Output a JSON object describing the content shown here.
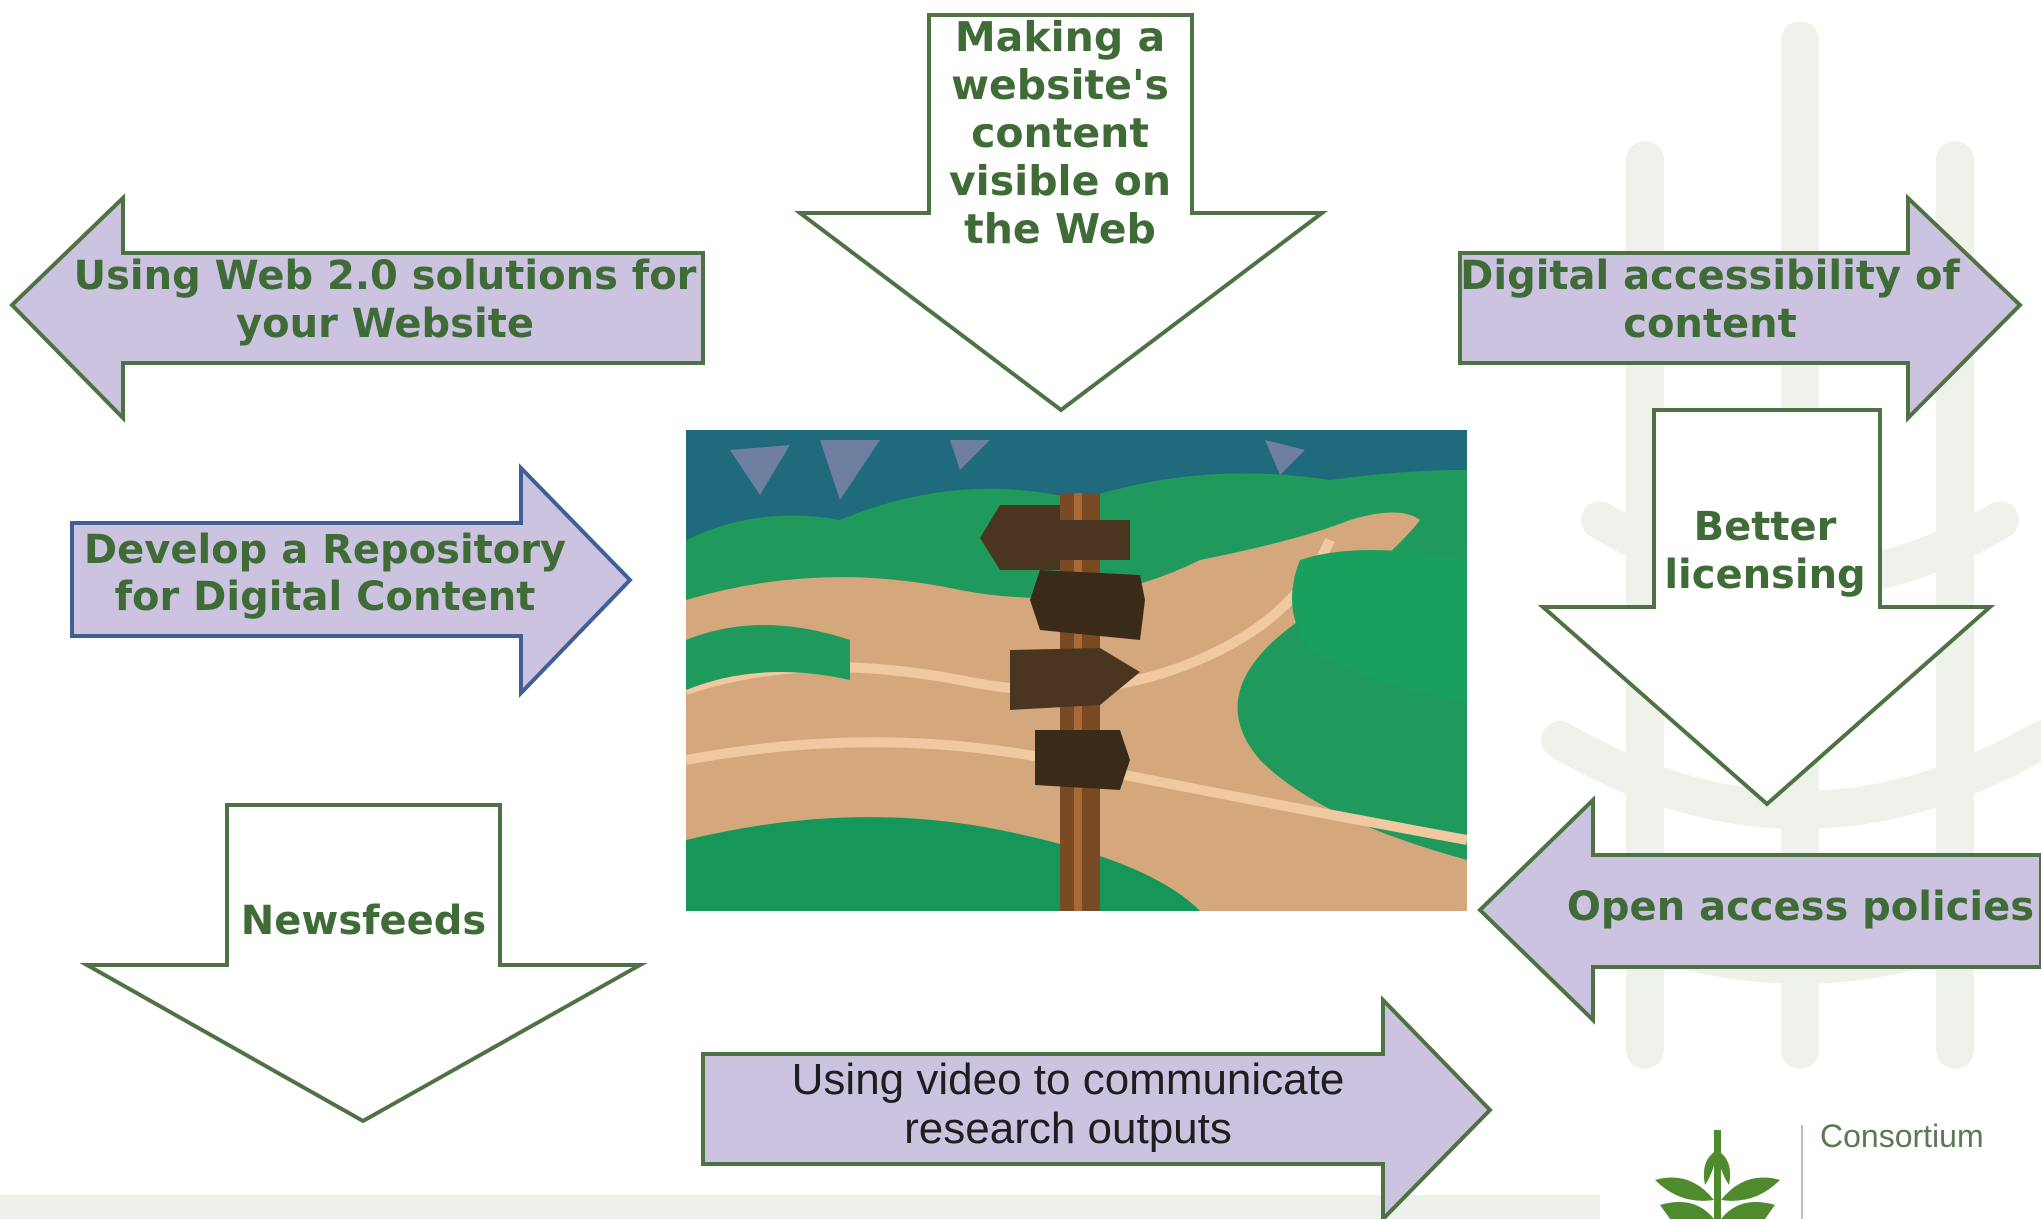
{
  "diagram": {
    "nodes": [
      {
        "id": "visible-on-web",
        "text": "Making a website's content visible on the Web",
        "lines": [
          "Making a",
          "website's",
          "content",
          "visible on",
          "the Web"
        ]
      },
      {
        "id": "web20",
        "text": "Using Web 2.0 solutions for your Website",
        "lines": [
          "Using Web 2.0 solutions for",
          "your Website"
        ]
      },
      {
        "id": "digital-accessibility",
        "text": "Digital accessibility of content",
        "lines": [
          "Digital accessibility of",
          "content"
        ]
      },
      {
        "id": "repository",
        "text": "Develop a Repository for Digital Content",
        "lines": [
          "Develop a Repository",
          "for Digital Content"
        ]
      },
      {
        "id": "better-licensing",
        "text": "Better licensing",
        "lines": [
          "Better",
          "licensing"
        ]
      },
      {
        "id": "newsfeeds",
        "text": "Newsfeeds",
        "lines": [
          "Newsfeeds"
        ]
      },
      {
        "id": "open-access",
        "text": "Open access policies",
        "lines": [
          "Open access policies"
        ]
      },
      {
        "id": "video",
        "text": "Using video to communicate research outputs",
        "lines": [
          "Using video to communicate",
          "research outputs"
        ]
      }
    ],
    "center_image": "crossroads-signpost-clipart"
  },
  "logo": {
    "text": "Consortium",
    "icon": "wheat-leaf-logo"
  },
  "colors": {
    "arrow_outline_green": "#4e7243",
    "arrow_outline_blue": "#3f5f96",
    "arrow_fill_lavender": "#cbc3df",
    "arrow_fill_white": "#ffffff",
    "label_green": "#3f6b36",
    "watermark_green": "#eef2ea"
  }
}
